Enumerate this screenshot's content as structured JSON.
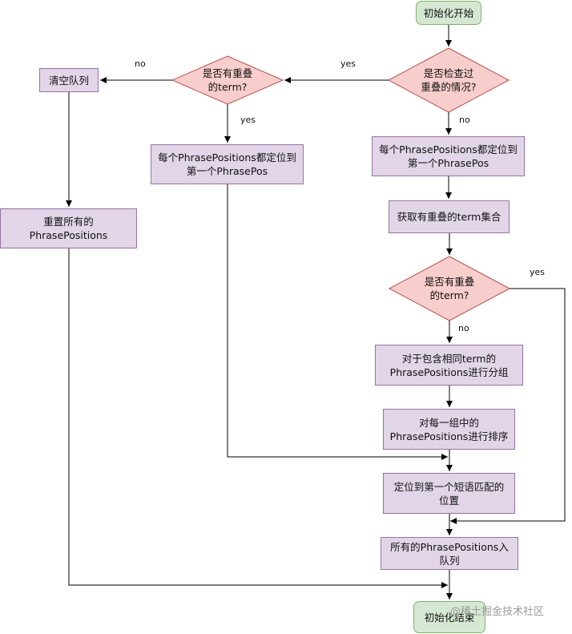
{
  "nodes": {
    "start": "初始化开始",
    "check_overlap_done": "是否检查过\n重叠的情况?",
    "has_overlap_term_top": "是否有重叠\n的term?",
    "clear_queue": "清空队列",
    "each_pp_first_left": "每个PhrasePositions都定位到\n第一个PhrasePos",
    "each_pp_first_right": "每个PhrasePositions都定位到\n第一个PhrasePos",
    "reset_all_pp": "重置所有的\nPhrasePositions",
    "get_overlap_terms": "获取有重叠的term集合",
    "has_overlap_term_mid": "是否有重叠\n的term?",
    "group_pp": "对于包含相同term的\nPhrasePositions进行分组",
    "sort_groups": "对每一组中的\nPhrasePositions进行排序",
    "locate_first_match": "定位到第一个短语匹配的\n位置",
    "enqueue_all": "所有的PhrasePositions入\n队列",
    "end": "初始化结束"
  },
  "edge_labels": {
    "yes_top": "yes",
    "no_top_left": "no",
    "yes_top_mid": "yes",
    "no_check": "no",
    "yes_right": "yes",
    "no_mid": "no"
  },
  "watermark": "@稀土掘金技术社区",
  "colors": {
    "process_fill": "#e1d5e7",
    "process_stroke": "#9673a6",
    "decision_fill": "#f8cecc",
    "decision_stroke": "#b85450",
    "terminal_fill": "#d5e8d4",
    "terminal_stroke": "#82b366",
    "edge": "#000000"
  }
}
